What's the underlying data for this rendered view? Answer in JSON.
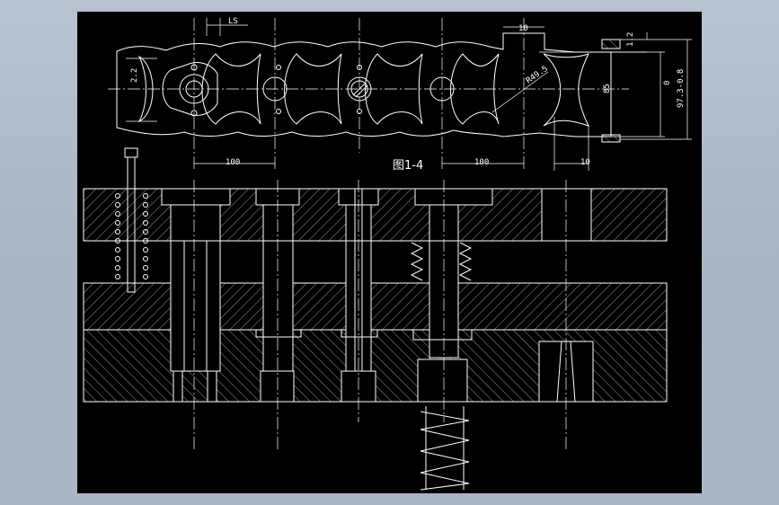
{
  "figure": {
    "caption": "图1-4",
    "dimensions": {
      "pitch_left": "100",
      "pitch_right": "100",
      "width_right": "10",
      "ls": "LS",
      "r22": "2.2",
      "top_width": "10",
      "thickness": "1.2",
      "height_tol": "97.3-0.8",
      "height_upper": "0",
      "depth": "85",
      "radius": "R49.5"
    }
  },
  "colors": {
    "background": "#aab5c5",
    "drawing_bg": "#000000",
    "lines": "#ffffff"
  }
}
